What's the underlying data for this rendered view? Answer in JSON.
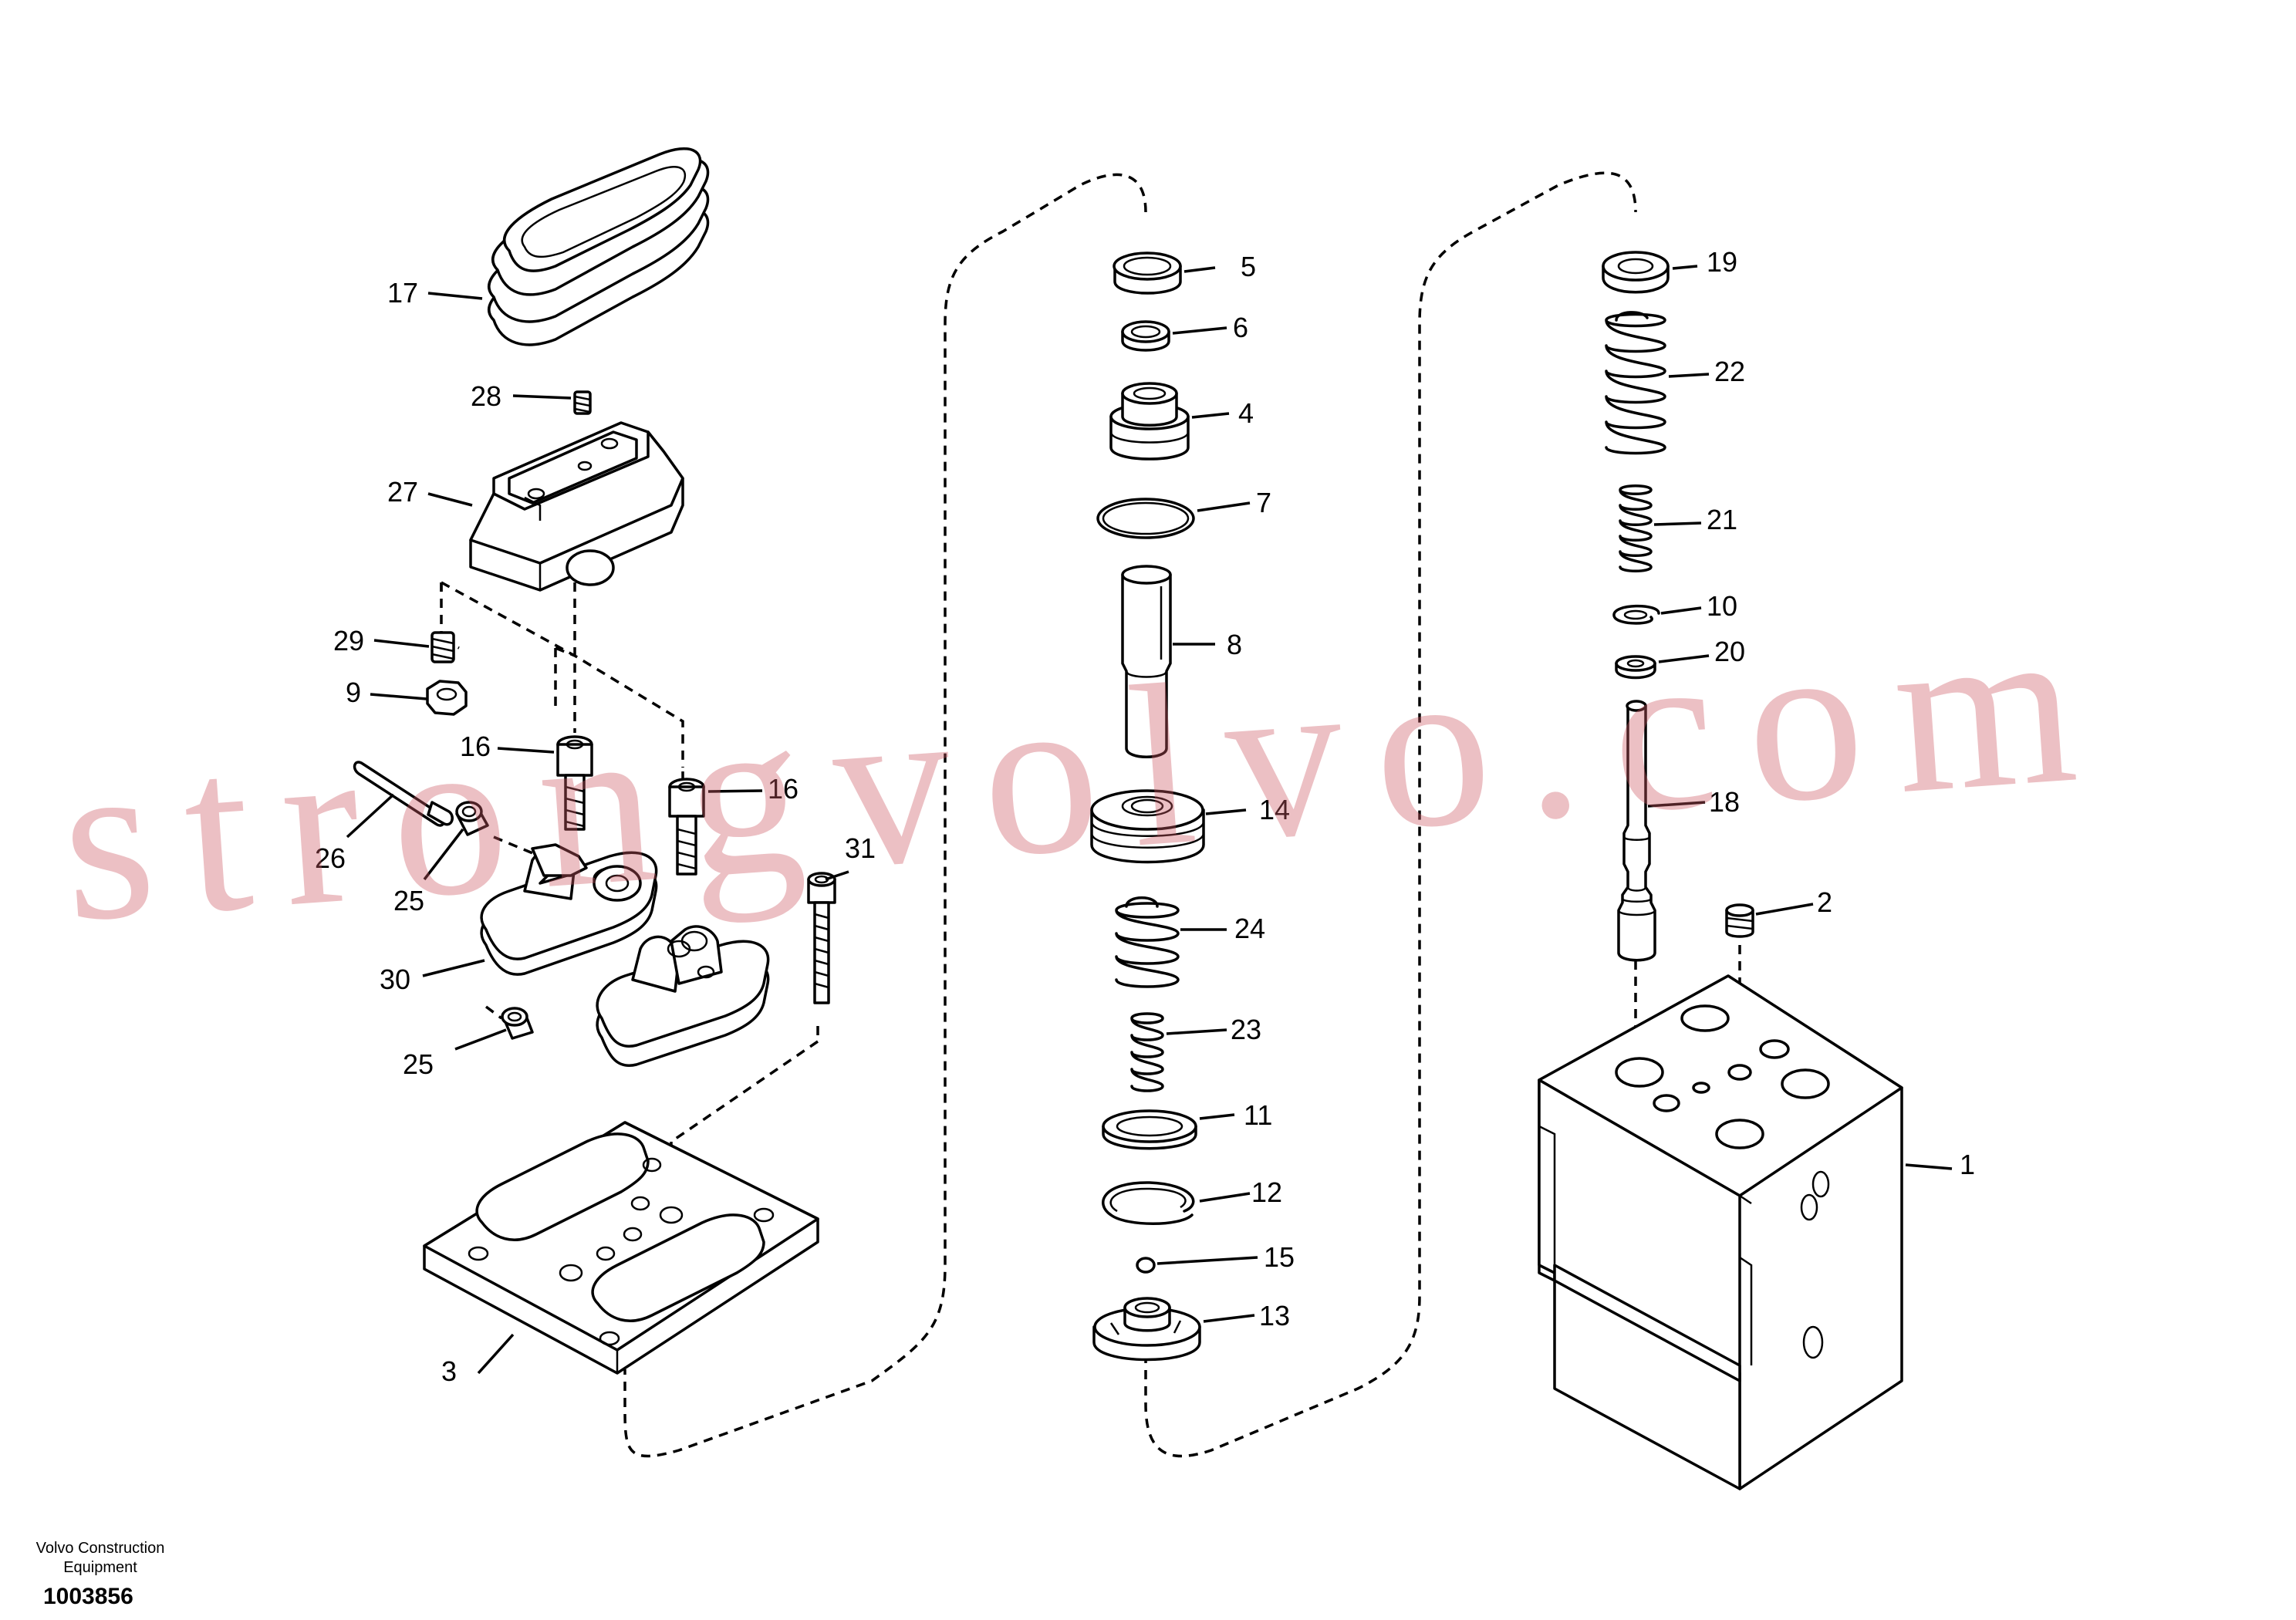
{
  "parts": {
    "p1": "1",
    "p2": "2",
    "p3": "3",
    "p4": "4",
    "p5": "5",
    "p6": "6",
    "p7": "7",
    "p8": "8",
    "p9": "9",
    "p10": "10",
    "p11": "11",
    "p12": "12",
    "p13": "13",
    "p14": "14",
    "p15": "15",
    "p16": "16",
    "p17": "17",
    "p18": "18",
    "p19": "19",
    "p20": "20",
    "p21": "21",
    "p22": "22",
    "p23": "23",
    "p24": "24",
    "p25": "25",
    "p26": "26",
    "p27": "27",
    "p28": "28",
    "p29": "29",
    "p30": "30",
    "p31": "31"
  },
  "watermark": "strongvolvo.com",
  "footer": {
    "brand_line1": "Volvo Construction",
    "brand_line2": "Equipment",
    "drawing_number": "1003856"
  }
}
